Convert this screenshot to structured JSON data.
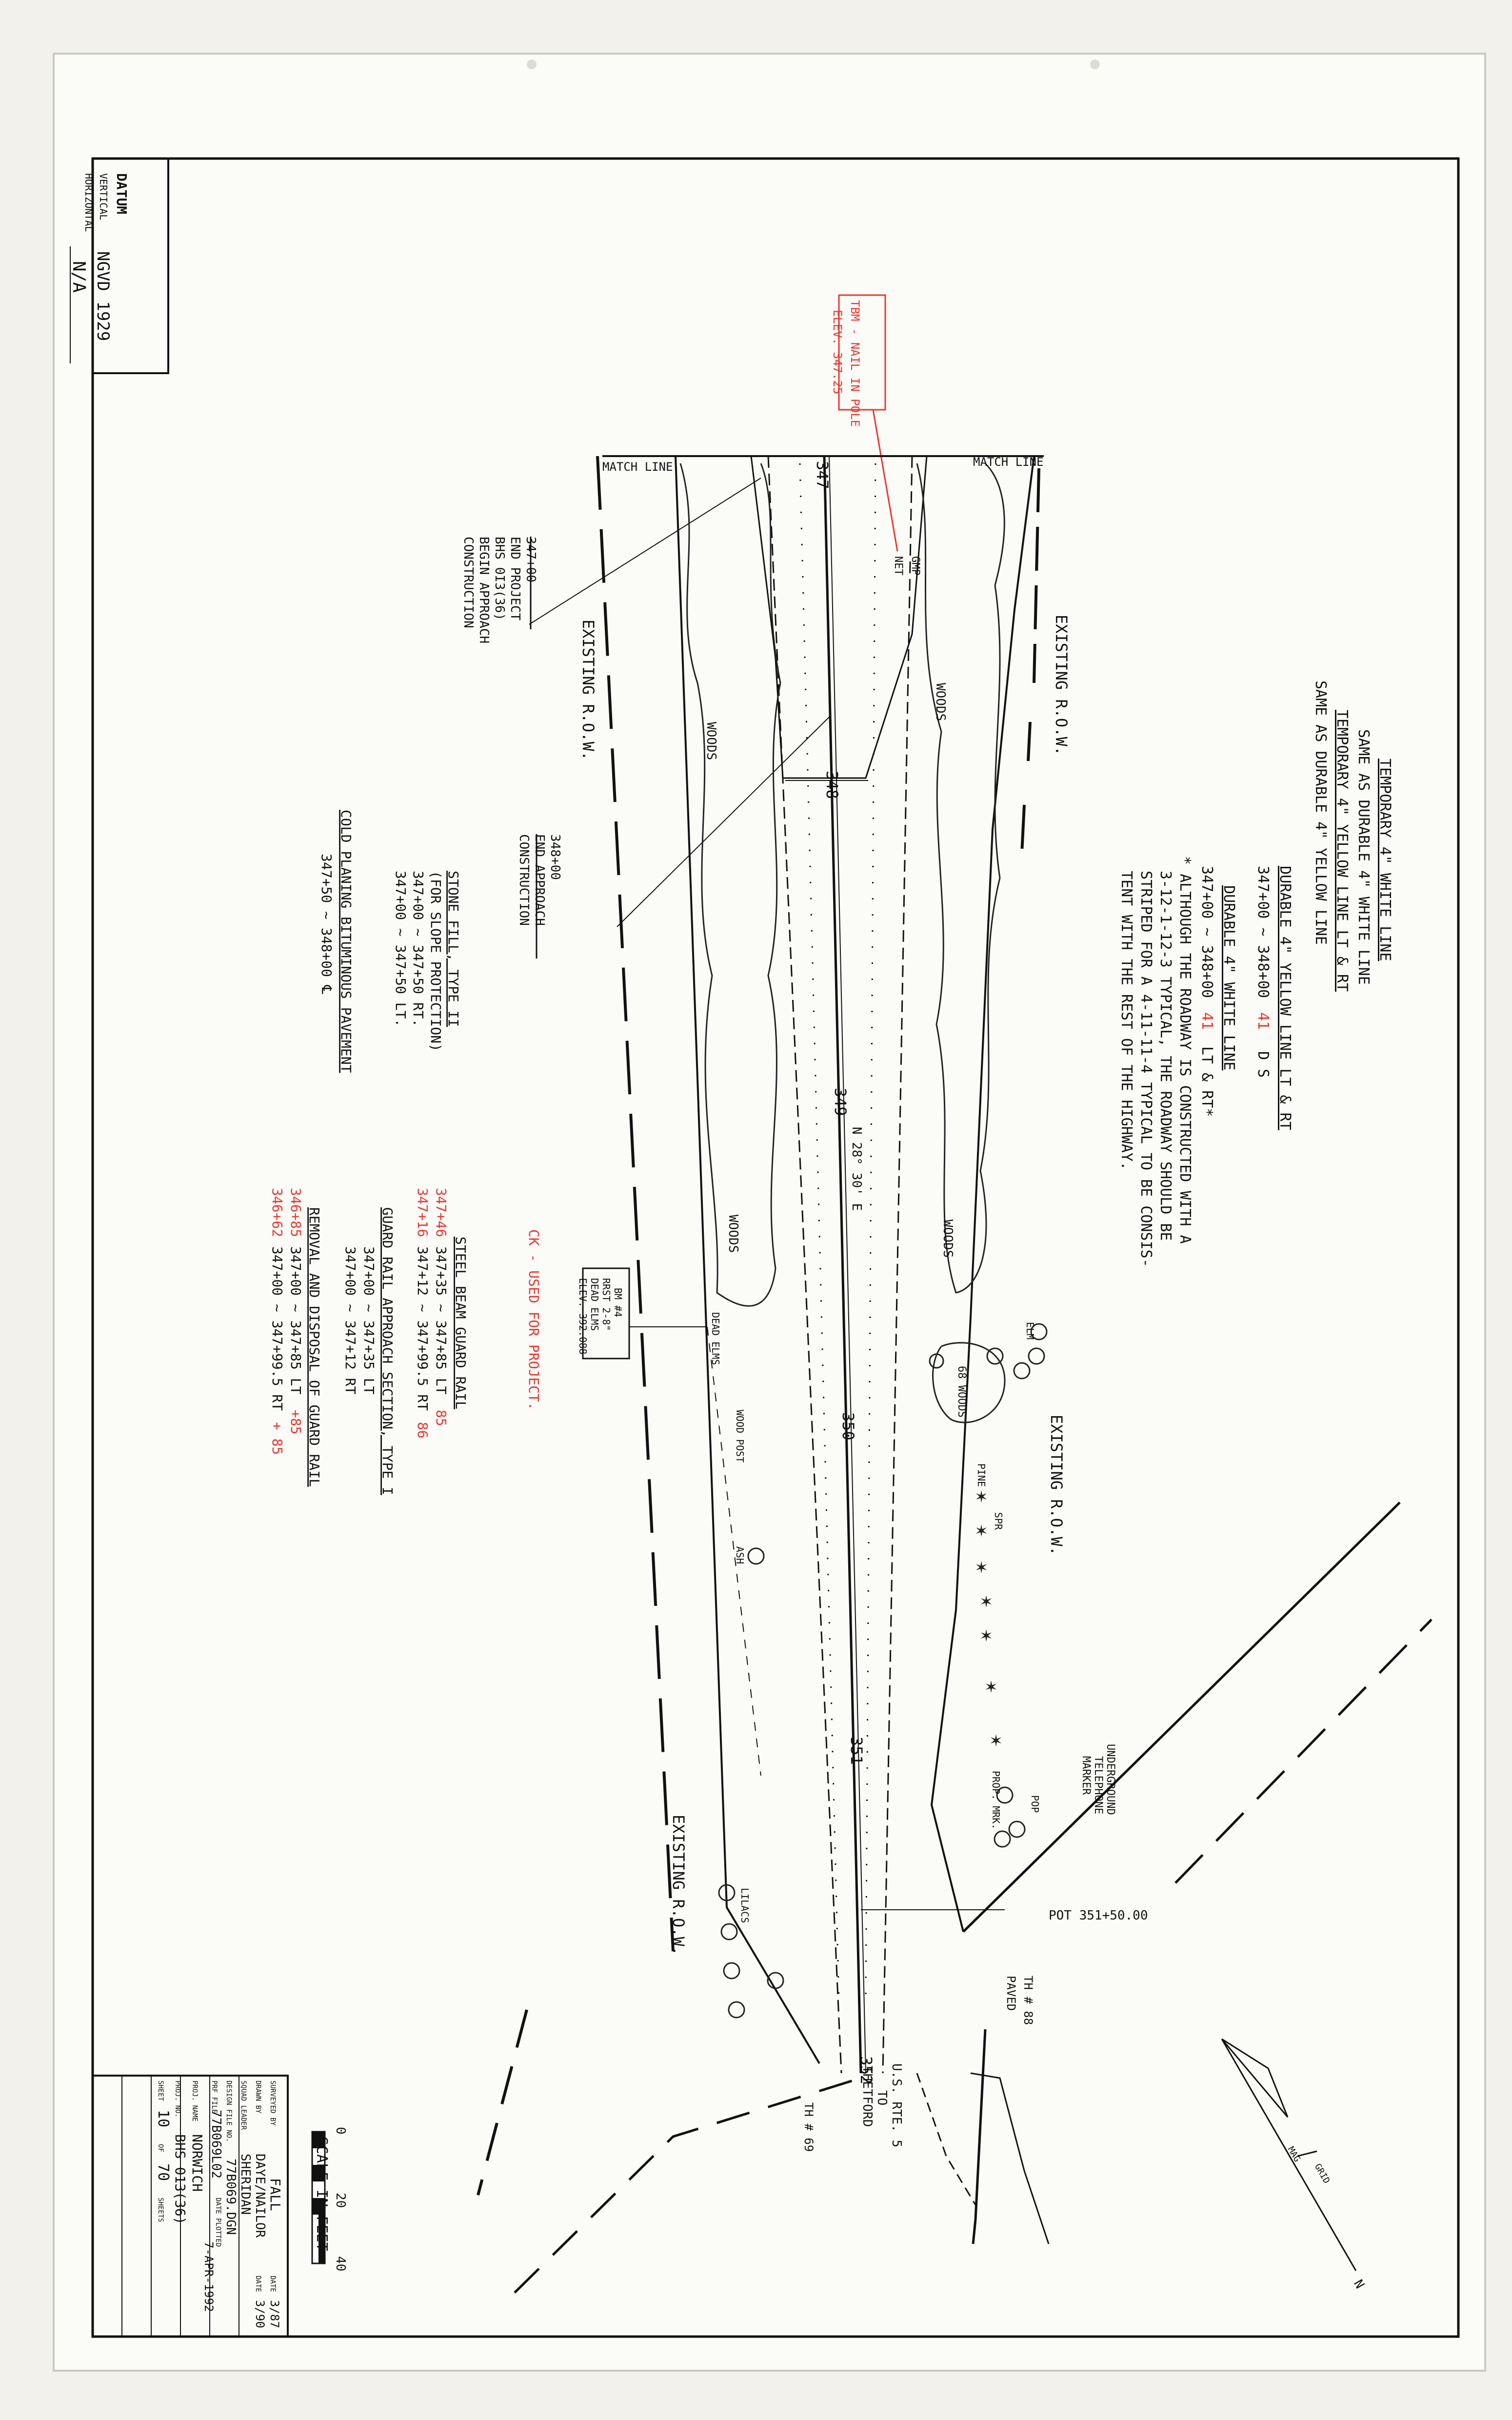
{
  "datum": {
    "title": "DATUM",
    "vertical_label": "VERTICAL",
    "vertical_value": "NGVD 1929",
    "horizontal_label": "HORIZONTAL",
    "horizontal_value": "N/A"
  },
  "tbm": {
    "line1": "TBM - NAIL IN POLE",
    "line2": "ELEV. 347.25"
  },
  "match_lines": {
    "left": "MATCH LINE",
    "right": "MATCH LINE"
  },
  "stations": [
    "347",
    "348",
    "349",
    "350",
    "351",
    "352"
  ],
  "row_labels": {
    "top": "EXISTING R.O.W.",
    "right": "EXISTING R.O.W.",
    "bottom_upper": "EXISTING R.O.W.",
    "bottom_lower": "EXISTING R.O.W."
  },
  "woods": [
    "WOODS",
    "WOODS",
    "WOODS",
    "WOODS",
    "68 WOODS"
  ],
  "notes_top": {
    "l1": "TEMPORARY 4\" WHITE LINE",
    "l2": "SAME AS DURABLE 4\" WHITE LINE",
    "l3": "TEMPORARY 4\" YELLOW LINE LT & RT",
    "l4": "SAME AS DURABLE 4\" YELLOW LINE",
    "l5": "DURABLE 4\" YELLOW LINE LT & RT",
    "l6": "347+00 ~ 348+00",
    "l6_red": "41",
    "l6_tail": "D S",
    "l7": "DURABLE 4\" WHITE LINE",
    "l8": "347+00 ~ 348+00",
    "l8_red": "41",
    "l8_tail": "LT & RT*",
    "l9": "* ALTHOUGH THE ROADWAY IS CONSTRUCTED WITH A",
    "l10": "3-12-1-12-3 TYPICAL, THE ROADWAY SHOULD BE",
    "l11": "STRIPED FOR A 4-11-11-4 TYPICAL TO BE CONSIS-",
    "l12": "TENT WITH THE REST OF THE HIGHWAY."
  },
  "end_project": {
    "l1": "347+00",
    "l2": "END PROJECT",
    "l3": "BHS 0I3(36)",
    "l4": "BEGIN APPROACH",
    "l5": "CONSTRUCTION"
  },
  "end_approach": {
    "l1": "348+00",
    "l2": "END APPROACH",
    "l3": "CONSTRUCTION"
  },
  "stone_fill": {
    "l1": "STONE FILL, TYPE II",
    "l2": "(FOR SLOPE PROTECTION)",
    "l3": "347+00 ~ 347+50 RT.",
    "l4": "347+00 ~ 347+50 LT."
  },
  "cold_planing": {
    "l1": "COLD PLANING BITUMINOUS PAVEMENT",
    "l2": "347+50 ~ 348+00 ℄"
  },
  "guard_rail": {
    "l1": "STEEL BEAM GUARD RAIL",
    "l2_red": "347+46",
    "l2": "347+35 ~ 347+85 LT",
    "l2_red_tail": "85",
    "l3_red": "347+16",
    "l3": "347+12 ~ 347+99.5 RT",
    "l3_red_tail": "86",
    "l4": "GUARD RAIL APPROACH SECTION, TYPE I",
    "l5": "347+00 ~ 347+35 LT",
    "l6": "347+00 ~ 347+12 RT",
    "l7": "REMOVAL AND DISPOSAL OF GUARD RAIL",
    "l8_red": "346+85",
    "l8": "347+00 ~ 347+85 LT",
    "l8_red_tail": "+85",
    "l9_red": "346+62",
    "l9": "347+00 ~ 347+99.5 RT",
    "l9_red_tail": "+ 85"
  },
  "ck_note": "CK - USED FOR PROJECT.",
  "bm": {
    "l1": "BM #4",
    "l2": "RRST 2-8\"",
    "l3": "DEAD ELMS",
    "l4": "ELEV. 392.088"
  },
  "bearing": "N 28° 30' E",
  "features": {
    "gmp": "GMP",
    "net": "NET",
    "pot": "POT 351+50.00",
    "th88": "TH # 88",
    "paved": "PAVED",
    "th69": "TH # 69",
    "us5": "U.S. RTE. 5",
    "to": "TO",
    "thetford": "THETFORD",
    "ut1": "UNDERGROUND",
    "ut2": "TELEPHONE",
    "ut3": "MARKER",
    "wood_post": "WOOD POST",
    "dead_elms": "DEAD ELMS",
    "ash": "ASH",
    "elm": "ELM",
    "pine": "PINE",
    "spr": "SPR",
    "pop": "POP",
    "lilacs": "LILACS",
    "prop_mrk": "PROP. MRK."
  },
  "north": {
    "mag": "MAG",
    "grid": "GRID",
    "n": "N"
  },
  "scale": {
    "t0": "0",
    "t20": "20",
    "t40": "40",
    "label": "SCALE IN FEET"
  },
  "title_block": {
    "surveyed_by_label": "SURVEYED BY",
    "surveyed_by": "FALL",
    "surveyed_date_label": "DATE",
    "surveyed_date": "3/87",
    "drawn_by_label": "DRAWN BY",
    "drawn_by": "DAYE/NAILOR",
    "drawn_date_label": "DATE",
    "drawn_date": "3/90",
    "squad_leader_label": "SQUAD LEADER",
    "squad_leader": "SHERIDAN",
    "design_file_label": "DESIGN FILE NO.",
    "design_file": "77B069.DGN",
    "prf_label": "PRF FILE",
    "prf": "77B069L02",
    "plotted_label": "DATE PLOTTED",
    "plotted": "7-APR-1992",
    "proj_name_label": "PROJ. NAME",
    "proj_name": "NORWICH",
    "proj_no_label": "PROJ. NO.",
    "proj_no": "BHS 013(36)",
    "sheet_label": "SHEET",
    "sheet": "10",
    "of_label": "OF",
    "sheets_total": "70",
    "sheets_label": "SHEETS"
  }
}
